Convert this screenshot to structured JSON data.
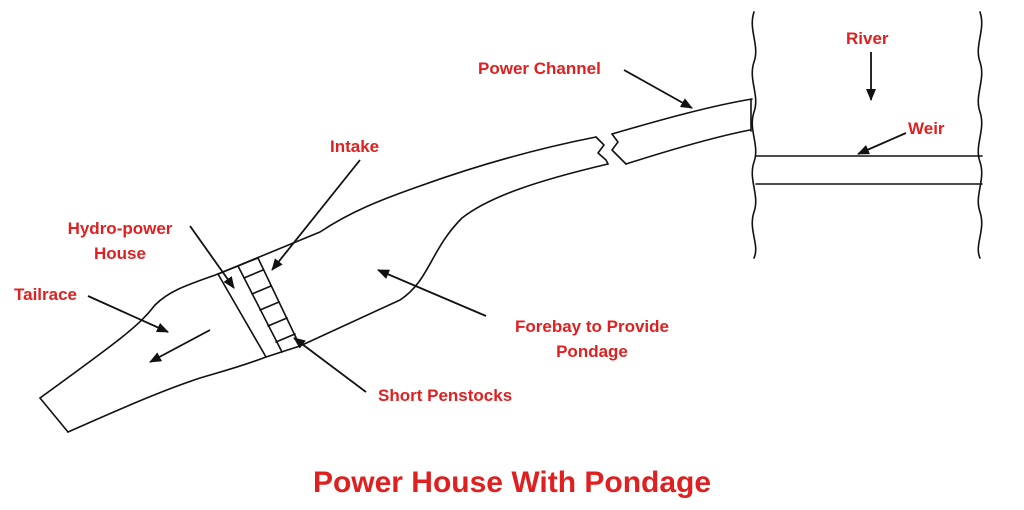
{
  "title": "Power House With Pondage",
  "colors": {
    "label": "#e02020",
    "line": "#111111"
  },
  "labels": {
    "river": "River",
    "power_channel": "Power Channel",
    "weir": "Weir",
    "intake": "Intake",
    "hydro_power_house_1": "Hydro-power",
    "hydro_power_house_2": "House",
    "tailrace": "Tailrace",
    "forebay_1": "Forebay to Provide",
    "forebay_2": "Pondage",
    "short_penstocks": "Short Penstocks"
  }
}
